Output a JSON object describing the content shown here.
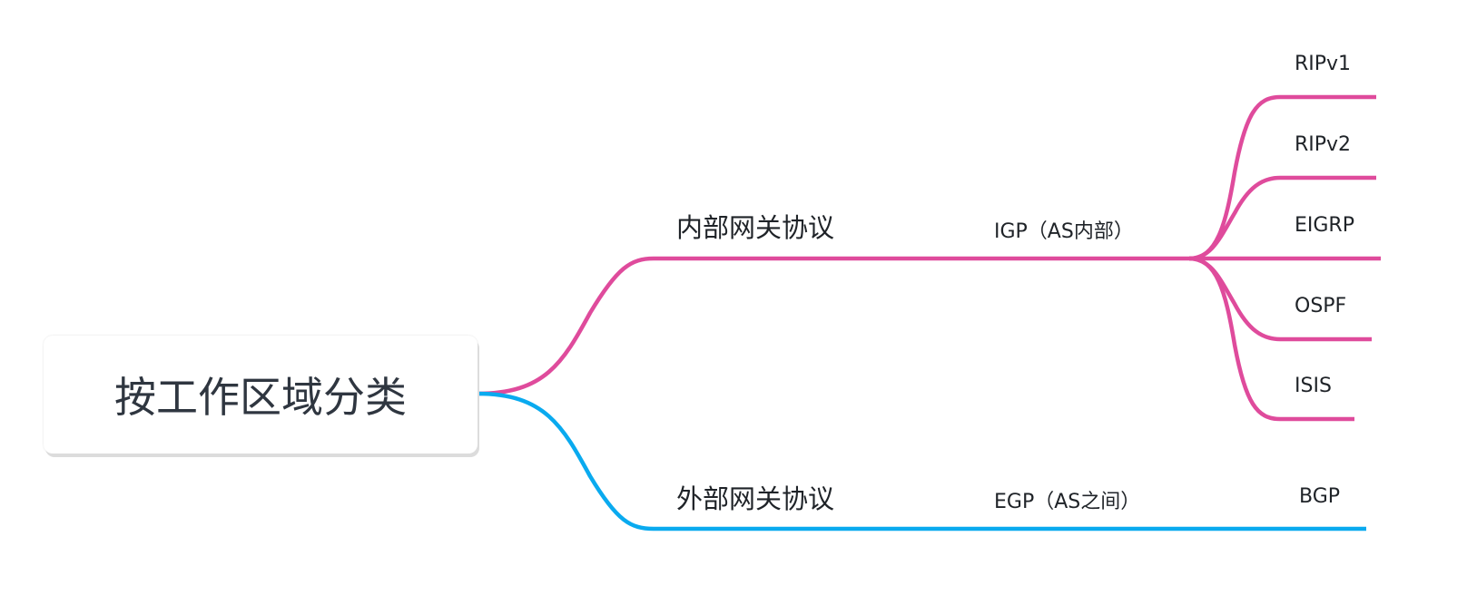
{
  "root": {
    "label": "按工作区域分类"
  },
  "colors": {
    "interior": "#df4b9c",
    "exterior": "#0aaaef"
  },
  "branches": [
    {
      "label": "内部网关协议",
      "sub": "IGP（AS内部）",
      "children": [
        "RIPv1",
        "RIPv2",
        "EIGRP",
        "OSPF",
        "ISIS"
      ]
    },
    {
      "label": "外部网关协议",
      "sub": "EGP（AS之间）",
      "children": [
        "BGP"
      ]
    }
  ]
}
